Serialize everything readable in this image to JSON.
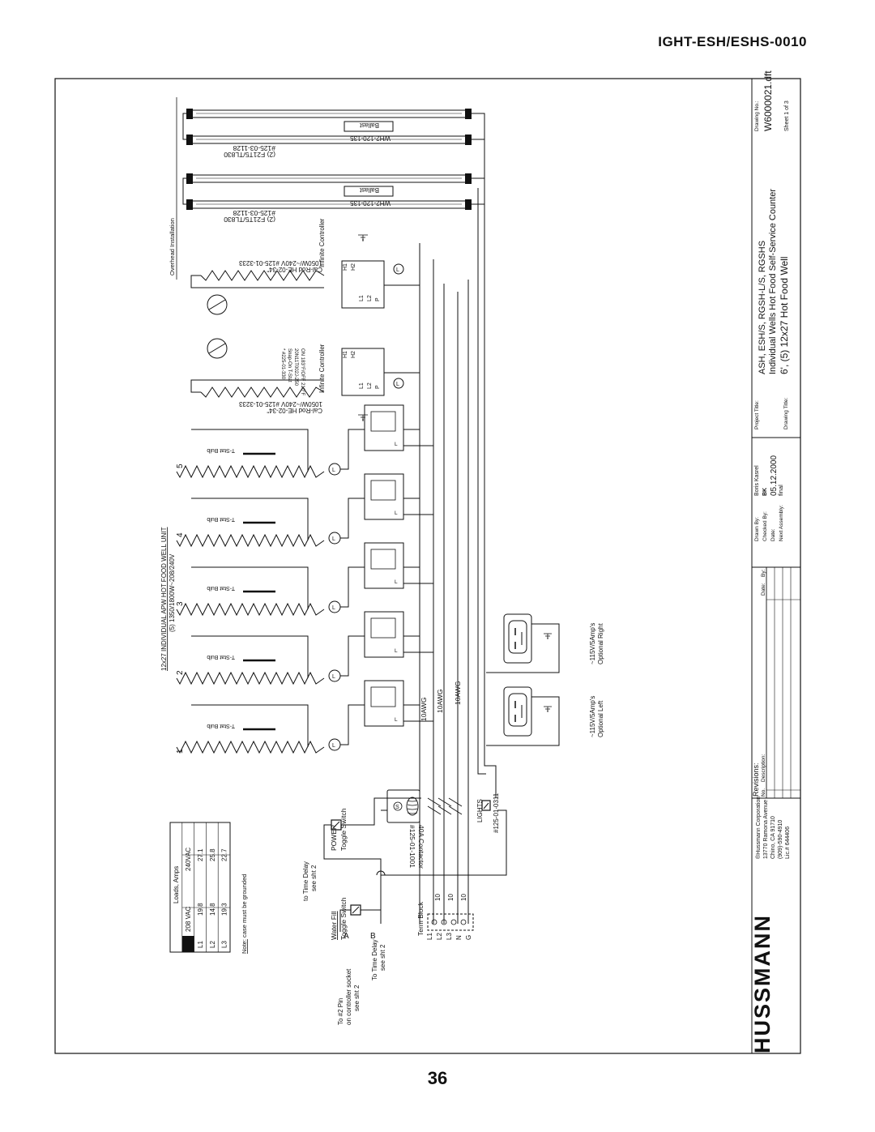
{
  "header": {
    "code": "IGHT-ESH/ESHS-0010"
  },
  "page_number": "36",
  "lamps": [
    {
      "ballast_label": "Ballast",
      "ballast_part": "WH2-120-135",
      "lamp_spec": "(2) F21T5/TL830",
      "lamp_part": "#125-03-1128"
    },
    {
      "ballast_label": "Ballast",
      "ballast_part": "WH2-120-135",
      "lamp_spec": "(2) F21T5/TL830",
      "lamp_part": "#125-03-1128"
    }
  ],
  "overhead_label": "Overhead Installation",
  "heaters": [
    {
      "spec": "1050W/~240V #125-01-3233",
      "part": "Cal-Rod HE-02-34\"",
      "controller": "Infinite Controller"
    },
    {
      "spec": "1050W/~240V #125-01-3233",
      "part": "Cal-Rod HE-02-34\"",
      "controller": "Infinite Controller"
    }
  ],
  "controller_terms": [
    "H1",
    "H2",
    "L1",
    "L2",
    "P",
    "L"
  ],
  "tstat_note": [
    "* #225-01-330",
    "Snap-On T-Stat",
    "20N11T002J-250",
    "ON 183°F/OFF 210°F"
  ],
  "wells": {
    "title": "12x27 INDIVIDUAL APW HOT FOOD WELL UNIT",
    "subtitle": "(5) 1350/1800W~208/240V",
    "numbers": [
      "1",
      "2",
      "3",
      "4",
      "5"
    ],
    "bulb_label": "T-Stat Bulb",
    "l_label": "L"
  },
  "wire_labels": [
    "10AWG",
    "10AWG",
    "10AWG"
  ],
  "receptacles": [
    {
      "rating": "~115V/5Amp's",
      "name": "Optional Left"
    },
    {
      "rating": "~115V/5Amp's",
      "name": "Optional Right"
    }
  ],
  "loads_table": {
    "title": "Loads, Amps",
    "headers": [
      "",
      "208 VAC",
      "240VAC"
    ],
    "rows": [
      [
        "L1",
        "19.8",
        "27.1"
      ],
      [
        "L2",
        "14.8",
        "25.8"
      ],
      [
        "L3",
        "19.3",
        "22.7"
      ]
    ],
    "note_prefix": "Note:",
    "note": " case must be grounded"
  },
  "switches": {
    "power": [
      "POWER",
      "Toggle Switch"
    ],
    "water": [
      "Water Fill",
      "Toggle Switch"
    ],
    "time_delay_1": [
      "to Time Delay",
      "see sht 2"
    ],
    "time_delay_2": [
      "To Time Delay",
      "see sht 2"
    ],
    "pin": [
      "To #2 Pin",
      "on controller socket",
      "see sht 2"
    ],
    "a": "A",
    "b": "B"
  },
  "contactor": {
    "part": "#125-01-1001",
    "rating": "40A Contactor",
    "coil": "S"
  },
  "lights": {
    "label": "LIGHTS",
    "part": "#125-01-0311"
  },
  "term_block": {
    "title": "Term Block",
    "terms": [
      "L1",
      "L2",
      "L3",
      "N",
      "G"
    ],
    "wire_sizes": [
      "10",
      "10",
      "10"
    ]
  },
  "title_block": {
    "company_mark": "HUSSMANN",
    "company": [
      "®Hussmann Corporation",
      "13770 Ramona Avenue",
      "Chino, CA 91710",
      "(909)-590-4910",
      "Lic.# 644406"
    ],
    "revisions_title": "Revisions:",
    "revision_cols": [
      "No.",
      "Description:",
      "Date:",
      "By:"
    ],
    "drawn_by_label": "Drawn By:",
    "drawn_by": "Boris Kasrel",
    "checked_by_label": "Checked By:",
    "checked_by": "BK",
    "date_label": "Date:",
    "date": "05.12.2000",
    "next_assembly_label": "Next Assembly:",
    "next_assembly": "final",
    "project_title_label": "Project Title:",
    "project_title": "ASH, ESH/S, RGSH-L/S, RGSHS",
    "project_subtitle": "Individual Wells Hot Food Self-Service Counter",
    "drawing_title_label": "Drawing Title:",
    "drawing_title": "6', (5) 12x27 Hot Food Well",
    "drawing_no_label": "Drawing No.:",
    "drawing_no": "W6000021.dft",
    "sheet": "Sheet  1  of  3"
  }
}
